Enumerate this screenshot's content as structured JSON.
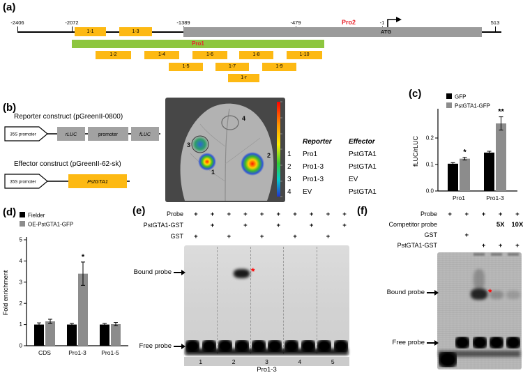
{
  "colors": {
    "fragment_yellow": "#fdb913",
    "pro1_green": "#8dc63f",
    "label_red": "#e8262d",
    "bar_black": "#000000",
    "bar_gray": "#8c8c8c"
  },
  "panel_a": {
    "label": "(a)",
    "axis_ticks": [
      "-2406",
      "-2072",
      "-1389",
      "-479",
      "-1",
      "513"
    ],
    "pro1_label": "Pro1",
    "pro2_label": "Pro2",
    "atg_label": "ATG",
    "fragments": [
      "1-1",
      "1-3",
      "1-2",
      "1-4",
      "1-6",
      "1-8",
      "1-10",
      "1-5",
      "1-7",
      "1-9",
      "1-r"
    ]
  },
  "panel_b": {
    "label": "(b)",
    "reporter_title": "Reporter construct (pGreenII-0800)",
    "effector_title": "Effector construct (pGreenII-62-sk)",
    "promoter_35s": "35S promoter",
    "rluc": "rLUC",
    "promoter_box": "promoter",
    "fluc": "fLUC",
    "pstgta1_box": "PstGTA1",
    "leaf_spots": [
      "3",
      "4",
      "1",
      "2"
    ],
    "table": {
      "headers": [
        "Reporter",
        "Effector"
      ],
      "rows": [
        [
          "1",
          "Pro1",
          "PstGTA1"
        ],
        [
          "2",
          "Pro1-3",
          "PstGTA1"
        ],
        [
          "3",
          "Pro1-3",
          "EV"
        ],
        [
          "4",
          "EV",
          "PstGTA1"
        ]
      ]
    }
  },
  "panel_c": {
    "label": "(c)"
  },
  "panel_d": {
    "label": "(d)"
  },
  "panel_e": {
    "label": "(e)",
    "rows": [
      {
        "name": "Probe",
        "marks": [
          "+",
          "+",
          "+",
          "+",
          "+",
          "+",
          "+",
          "+",
          "+",
          "+"
        ]
      },
      {
        "name": "PstGTA1-GST",
        "marks": [
          "",
          "+",
          "",
          "+",
          "",
          "+",
          "",
          "+",
          "",
          "+"
        ]
      },
      {
        "name": "GST",
        "marks": [
          "+",
          "",
          "+",
          "",
          "+",
          "",
          "+",
          "",
          "+",
          ""
        ]
      }
    ],
    "bound_probe_label": "Bound probe",
    "free_probe_label": "Free probe",
    "asterisk": "*",
    "lane_numbers": [
      "1",
      "2",
      "3",
      "4",
      "5"
    ],
    "group_label": "Pro1-3"
  },
  "panel_f": {
    "label": "(f)",
    "rows": [
      {
        "name": "Probe",
        "marks": [
          "+",
          "+",
          "+",
          "+",
          "+"
        ]
      },
      {
        "name": "Competitor probe",
        "marks": [
          "",
          "",
          "",
          "5X",
          "10X"
        ]
      },
      {
        "name": "GST",
        "marks": [
          "",
          "+",
          "",
          "",
          ""
        ]
      },
      {
        "name": "PstGTA1-GST",
        "marks": [
          "",
          "",
          "+",
          "+",
          "+"
        ]
      }
    ],
    "bound_probe_label": "Bound probe",
    "free_probe_label": "Free probe",
    "asterisk": "*"
  },
  "chart_data": [
    {
      "id": "panel_c",
      "type": "bar",
      "title": "",
      "categories": [
        "Pro1",
        "Pro1-3"
      ],
      "series": [
        {
          "name": "GFP",
          "color": "#000000",
          "values": [
            0.103,
            0.145
          ],
          "errors": [
            0.004,
            0.005
          ]
        },
        {
          "name": "PstGTA1-GFP",
          "color": "#8c8c8c",
          "values": [
            0.122,
            0.255
          ],
          "errors": [
            0.005,
            0.025
          ]
        }
      ],
      "xlabel": "",
      "ylabel": "fLUC/rLUC",
      "ylim": [
        0,
        0.3
      ],
      "yticks": [
        0,
        0.1,
        0.2
      ],
      "grid": false,
      "legend_position": "top",
      "significance": [
        {
          "category": "Pro1",
          "label": "*"
        },
        {
          "category": "Pro1-3",
          "label": "**"
        }
      ]
    },
    {
      "id": "panel_d",
      "type": "bar",
      "title": "",
      "categories": [
        "CDS",
        "Pro1-3",
        "Pro1-5"
      ],
      "series": [
        {
          "name": "Fielder",
          "color": "#000000",
          "values": [
            1.0,
            1.0,
            1.0
          ],
          "errors": [
            0.08,
            0.05,
            0.05
          ]
        },
        {
          "name": "OE-PstGTA1-GFP",
          "color": "#8c8c8c",
          "values": [
            1.15,
            3.4,
            1.02
          ],
          "errors": [
            0.1,
            0.55,
            0.08
          ]
        }
      ],
      "xlabel": "",
      "ylabel": "Fold enrichment",
      "ylim": [
        0,
        5
      ],
      "yticks": [
        0,
        1,
        2,
        3,
        4,
        5
      ],
      "grid": false,
      "legend_position": "top",
      "significance": [
        {
          "category": "Pro1-3",
          "label": "*"
        }
      ]
    }
  ]
}
